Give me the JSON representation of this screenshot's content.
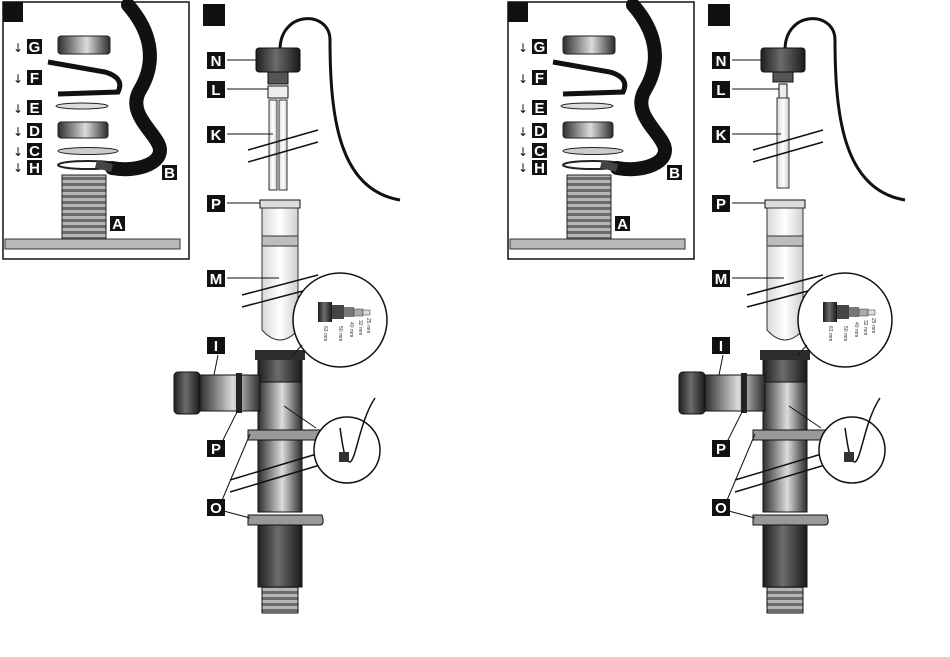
{
  "panels": {
    "left": {
      "assembly_labels": [
        "G",
        "F",
        "E",
        "D",
        "C",
        "H",
        "B",
        "A"
      ],
      "lamp_labels": [
        "N",
        "L",
        "K",
        "P",
        "M",
        "I",
        "P",
        "O"
      ],
      "size_labels": [
        "63 mm",
        "50 mm",
        "40 mm",
        "32 mm",
        "25 mm"
      ]
    },
    "right": {
      "assembly_labels": [
        "G",
        "F",
        "E",
        "D",
        "C",
        "H",
        "B",
        "A"
      ],
      "lamp_labels": [
        "N",
        "L",
        "K",
        "P",
        "M",
        "I",
        "P",
        "O"
      ],
      "size_labels": [
        "63 mm",
        "50 mm",
        "40 mm",
        "32 mm",
        "25 mm"
      ]
    }
  },
  "arrow_glyph": "↓",
  "colors": {
    "ink": "#111111",
    "pipe_dark": "#3a3a3a",
    "pipe_mid": "#8a8a8a",
    "glass": "#f2f2f2",
    "label_bg": "#111111"
  }
}
